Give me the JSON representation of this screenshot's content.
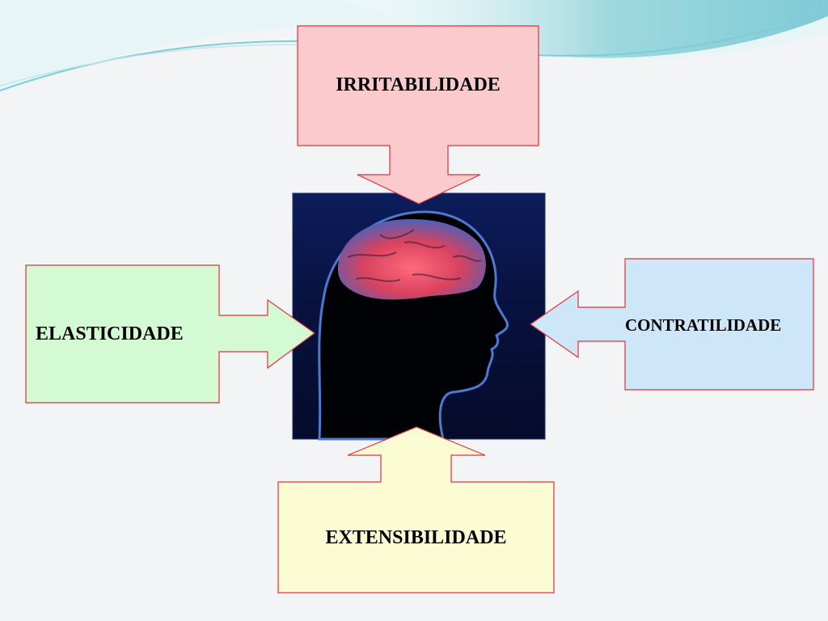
{
  "diagram": {
    "top": {
      "label": "IRRITABILIDADE",
      "fill": "#fbcacd"
    },
    "left": {
      "label": "ELASTICIDADE",
      "fill": "#d4fad4"
    },
    "right": {
      "label": "CONTRATILIDADE",
      "fill": "#cde7f9"
    },
    "bottom": {
      "label": "EXTENSIBILIDADE",
      "fill": "#fbfbd4"
    },
    "center": {
      "image": "brain-head-silhouette"
    },
    "colors": {
      "stroke": "#e2313a",
      "background": "#f3f4f5",
      "wave": "#a8dde3"
    }
  }
}
